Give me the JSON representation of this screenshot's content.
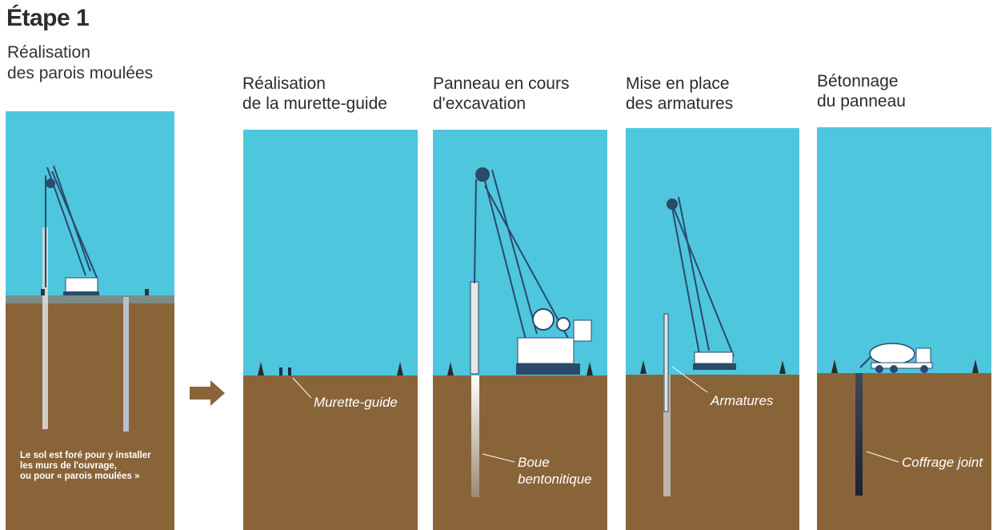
{
  "header": {
    "title": "Étape 1",
    "subtitle": "Réalisation\ndes parois moulées"
  },
  "intro_panel": {
    "note": "Le sol est foré pour y installer\nles murs de l'ouvrage,\nou pour « parois moulées »"
  },
  "steps": [
    {
      "title": "Réalisation\nde la murette-guide",
      "label": "Murette-guide"
    },
    {
      "title": "Panneau en cours\nd'excavation",
      "label": "Boue\nbentonitique"
    },
    {
      "title": "Mise en place\ndes armatures",
      "label": "Armatures"
    },
    {
      "title": "Bétonnage\ndu panneau",
      "label": "Coffrage joint"
    }
  ],
  "colors": {
    "sky": "#4ec6de",
    "ground": "#8a6439",
    "arrow": "#8a6439",
    "machine": "#ffffff",
    "crane_lines": "#2a4a6a"
  },
  "icons": [
    "arrow-right-icon",
    "crane-icon",
    "concrete-mixer-truck-icon"
  ]
}
